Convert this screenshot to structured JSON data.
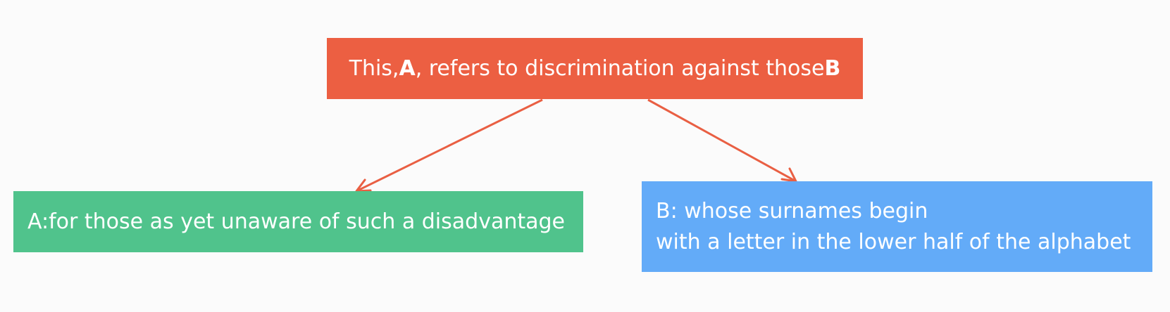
{
  "diagram": {
    "root": {
      "text_1": "This, ",
      "text_2": "A",
      "text_3": ", refers to discrimination against those ",
      "text_4": "B",
      "color": "#ec5f42"
    },
    "child_a": {
      "text": "A:for those as yet unaware of such a disadvantage",
      "color": "#50c38c"
    },
    "child_b": {
      "line_1": "B: whose surnames begin",
      "line_2": "with a letter in the lower half of the alphabet",
      "color": "#63abf8"
    },
    "edge_color": "#e95f43"
  }
}
